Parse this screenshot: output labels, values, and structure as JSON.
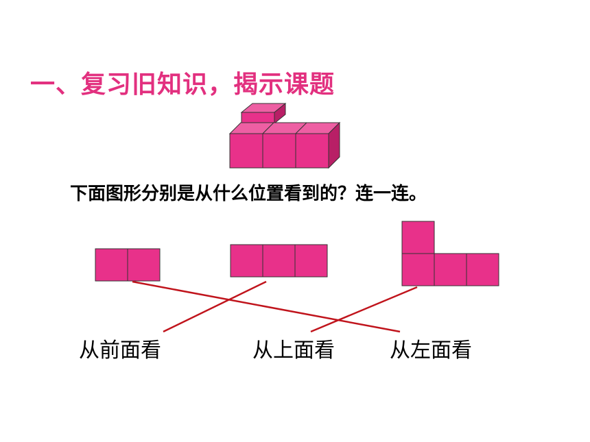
{
  "heading": "一、复习旧知识，揭示课题",
  "question": "下面图形分别是从什么位置看到的？连一连。",
  "views": {
    "front": "从前面看",
    "top": "从上面看",
    "left": "从左面看"
  },
  "colors": {
    "heading": "#e2307f",
    "cube_front": "#e8318a",
    "cube_top": "#ee5fa3",
    "cube_side": "#b81f66",
    "connector": "#c0141c"
  }
}
